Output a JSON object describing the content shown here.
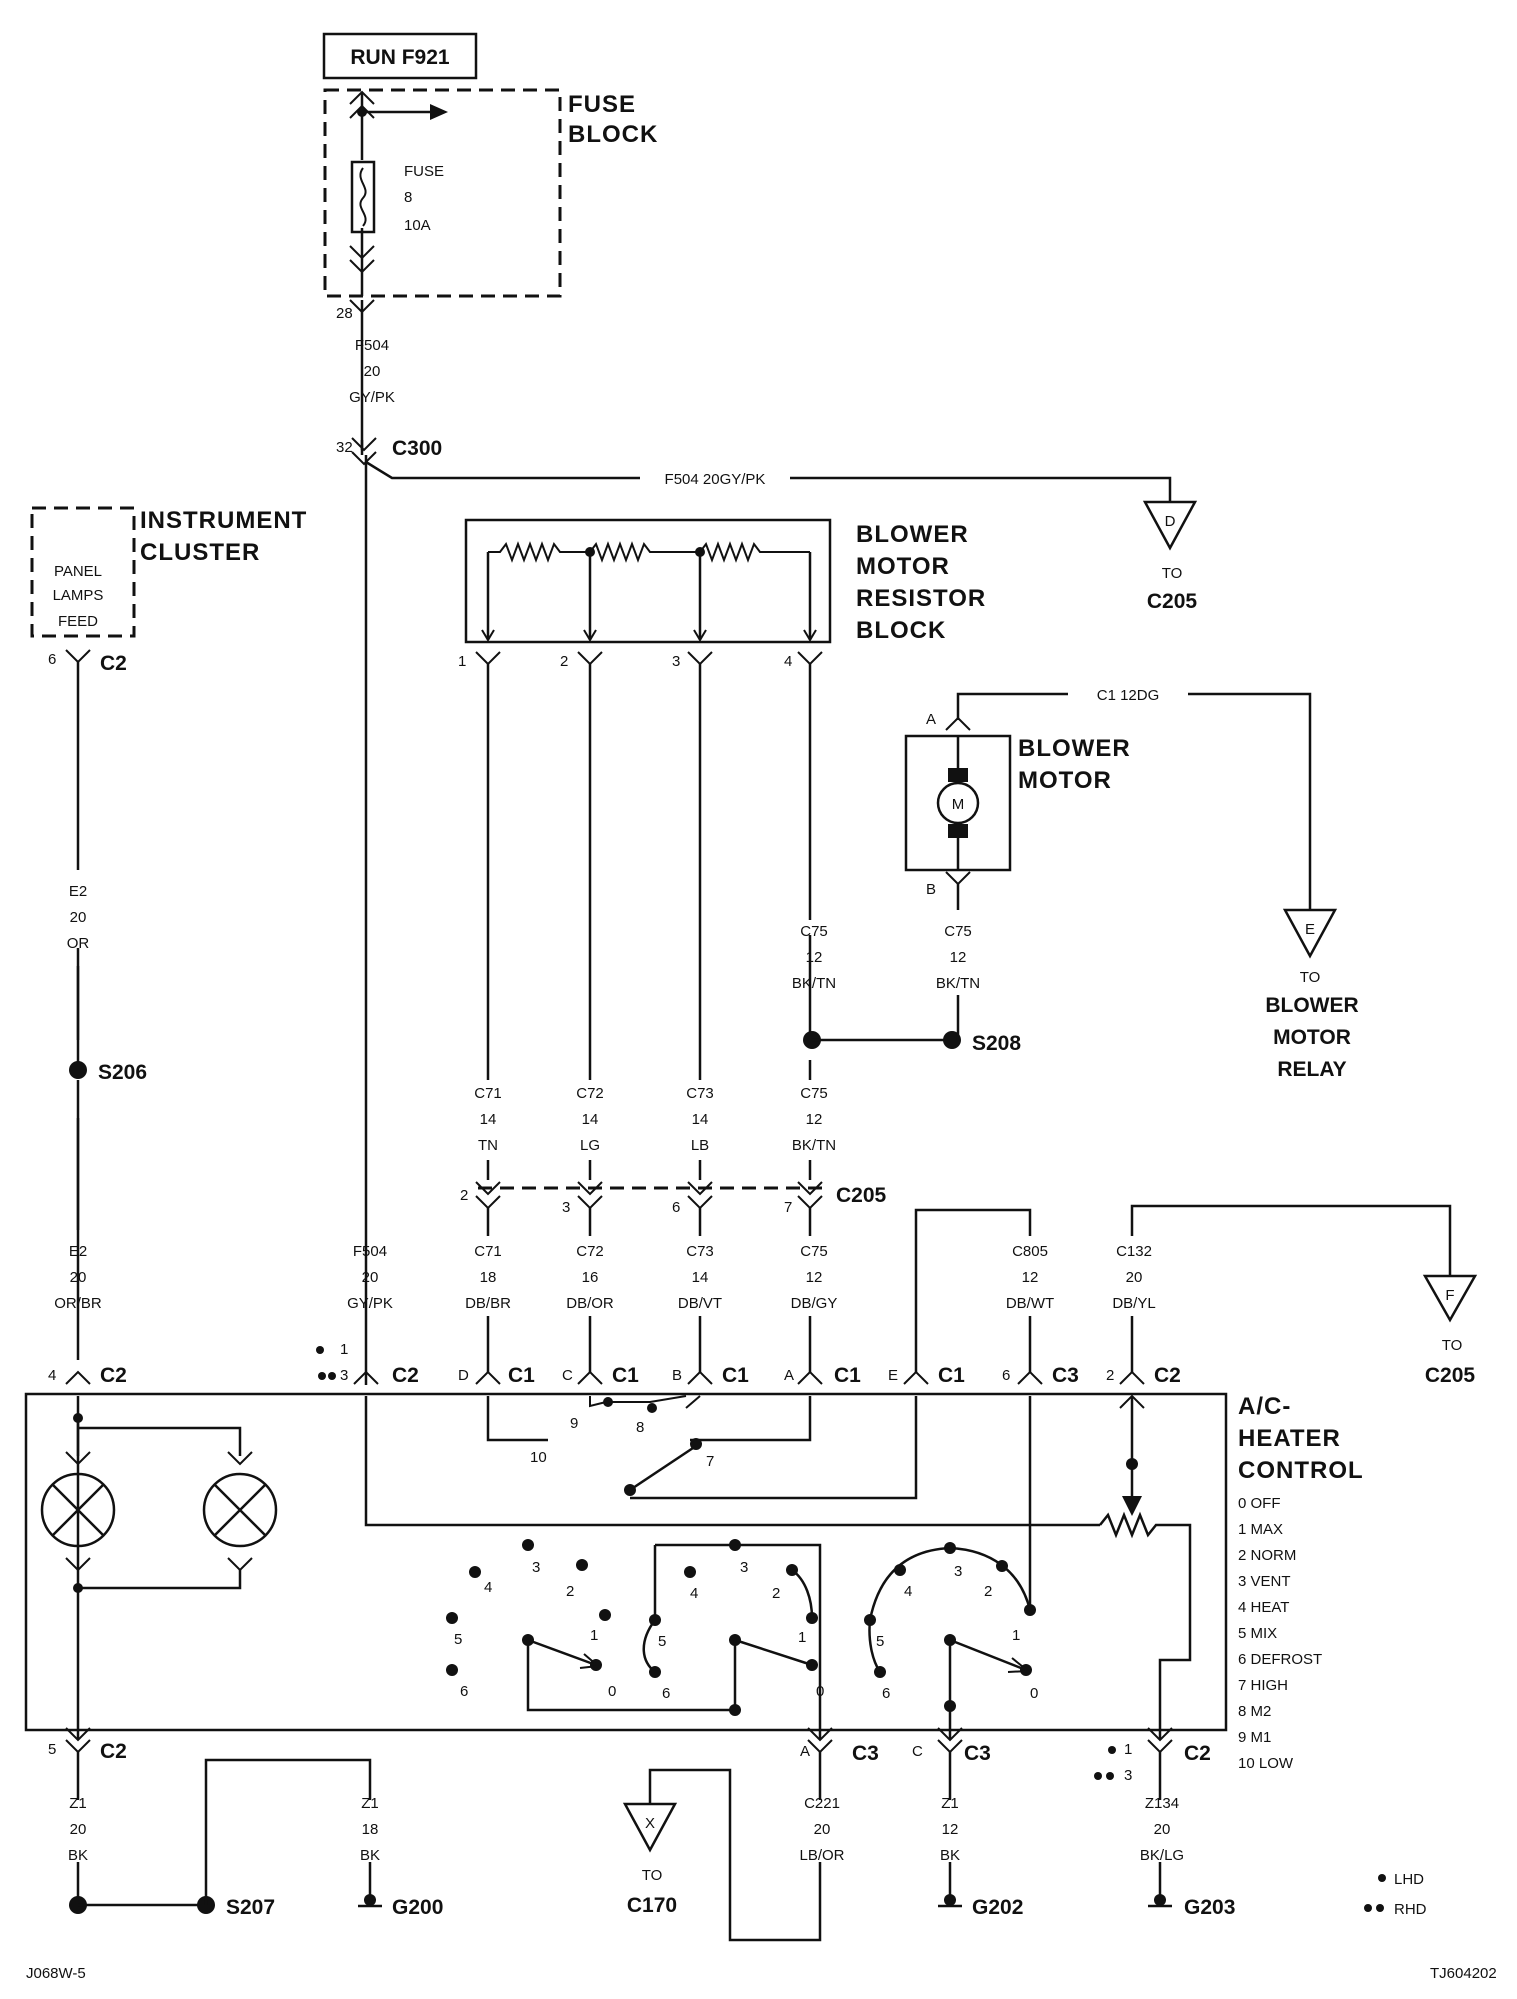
{
  "header": {
    "run_label": "RUN F921"
  },
  "fuse_block": {
    "title_1": "FUSE",
    "title_2": "BLOCK",
    "fuse_label": "FUSE",
    "fuse_number": "8",
    "fuse_rating": "10A",
    "pin": "28"
  },
  "feed_wire": {
    "circuit": "F504",
    "gauge": "20",
    "color": "GY/PK"
  },
  "c300": {
    "name": "C300",
    "pin": "32",
    "branch_label": "F504   20GY/PK"
  },
  "conn_d": {
    "letter": "D",
    "to": "TO",
    "dest": "C205"
  },
  "instrument_cluster": {
    "title_1": "INSTRUMENT",
    "title_2": "CLUSTER",
    "box_1": "PANEL",
    "box_2": "LAMPS",
    "box_3": "FEED",
    "pin": "6",
    "conn": "C2"
  },
  "e2_upper": {
    "circuit": "E2",
    "gauge": "20",
    "color": "OR"
  },
  "s206": "S206",
  "e2_lower": {
    "circuit": "E2",
    "gauge": "20",
    "color": "OR/BR"
  },
  "resistor_block": {
    "title_1": "BLOWER",
    "title_2": "MOTOR",
    "title_3": "RESISTOR",
    "title_4": "BLOCK",
    "pin1": "1",
    "pin2": "2",
    "pin3": "3",
    "pin4": "4"
  },
  "blower_motor": {
    "title_1": "BLOWER",
    "title_2": "MOTOR",
    "motor_symbol": "M",
    "pin_a": "A",
    "pin_b": "B",
    "feed_label": "C1   12DG"
  },
  "conn_e": {
    "letter": "E",
    "to": "TO",
    "dest_1": "BLOWER",
    "dest_2": "MOTOR",
    "dest_3": "RELAY"
  },
  "c75_right": {
    "circuit": "C75",
    "gauge": "12",
    "color": "BK/TN"
  },
  "c75_upper": {
    "circuit": "C75",
    "gauge": "12",
    "color": "BK/TN"
  },
  "s208": "S208",
  "upper_wires": [
    {
      "circuit": "C71",
      "gauge": "14",
      "color": "TN"
    },
    {
      "circuit": "C72",
      "gauge": "14",
      "color": "LG"
    },
    {
      "circuit": "C73",
      "gauge": "14",
      "color": "LB"
    },
    {
      "circuit": "C75",
      "gauge": "12",
      "color": "BK/TN"
    }
  ],
  "c205": {
    "name": "C205",
    "pin_a": "2",
    "pin_b": "3",
    "pin_c": "6",
    "pin_d": "7"
  },
  "lower_wires": [
    {
      "circuit": "F504",
      "gauge": "20",
      "color": "GY/PK"
    },
    {
      "circuit": "C71",
      "gauge": "18",
      "color": "DB/BR"
    },
    {
      "circuit": "C72",
      "gauge": "16",
      "color": "DB/OR"
    },
    {
      "circuit": "C73",
      "gauge": "14",
      "color": "DB/VT"
    },
    {
      "circuit": "C75",
      "gauge": "12",
      "color": "DB/GY"
    },
    {
      "circuit": "C805",
      "gauge": "12",
      "color": "DB/WT"
    },
    {
      "circuit": "C132",
      "gauge": "20",
      "color": "DB/YL"
    }
  ],
  "conn_f": {
    "letter": "F",
    "to": "TO",
    "dest": "C205"
  },
  "top_connectors": [
    {
      "pin": "4",
      "name": "C2"
    },
    {
      "pin": "3",
      "name": "C2",
      "pin_lhd": "1"
    },
    {
      "pin": "D",
      "name": "C1"
    },
    {
      "pin": "C",
      "name": "C1"
    },
    {
      "pin": "B",
      "name": "C1"
    },
    {
      "pin": "A",
      "name": "C1"
    },
    {
      "pin": "E",
      "name": "C1"
    },
    {
      "pin": "6",
      "name": "C3"
    },
    {
      "pin": "2",
      "name": "C2"
    }
  ],
  "hvac_control": {
    "title_1": "A/C-",
    "title_2": "HEATER",
    "title_3": "CONTROL",
    "legend": [
      "0 OFF",
      "1 MAX",
      "2 NORM",
      "3 VENT",
      "4 HEAT",
      "5 MIX",
      "6 DEFROST",
      "7 HIGH",
      "8 M2",
      "9 M1",
      "10 LOW"
    ]
  },
  "switch_numbers": {
    "s7": "7",
    "s8": "8",
    "s9": "9",
    "s10": "10"
  },
  "rotary_positions": [
    "0",
    "1",
    "2",
    "3",
    "4",
    "5",
    "6"
  ],
  "bottom_connectors": [
    {
      "pin": "5",
      "name": "C2"
    },
    {
      "pin": "A",
      "name": "C3"
    },
    {
      "pin": "C",
      "name": "C3"
    },
    {
      "pin": "1",
      "name": "C2",
      "pin_rhd": "3"
    }
  ],
  "bottom_wires": [
    {
      "circuit": "Z1",
      "gauge": "20",
      "color": "BK"
    },
    {
      "circuit": "Z1",
      "gauge": "18",
      "color": "BK"
    },
    {
      "circuit": "C221",
      "gauge": "20",
      "color": "LB/OR"
    },
    {
      "circuit": "Z1",
      "gauge": "12",
      "color": "BK"
    },
    {
      "circuit": "Z134",
      "gauge": "20",
      "color": "BK/LG"
    }
  ],
  "splices_grounds": {
    "s207": "S207",
    "g200": "G200",
    "g202": "G202",
    "g203": "G203"
  },
  "conn_x": {
    "letter": "X",
    "to": "TO",
    "dest": "C170"
  },
  "key": {
    "lhd": "LHD",
    "rhd": "RHD"
  },
  "footer": {
    "left": "J068W-5",
    "right": "TJ604202"
  }
}
